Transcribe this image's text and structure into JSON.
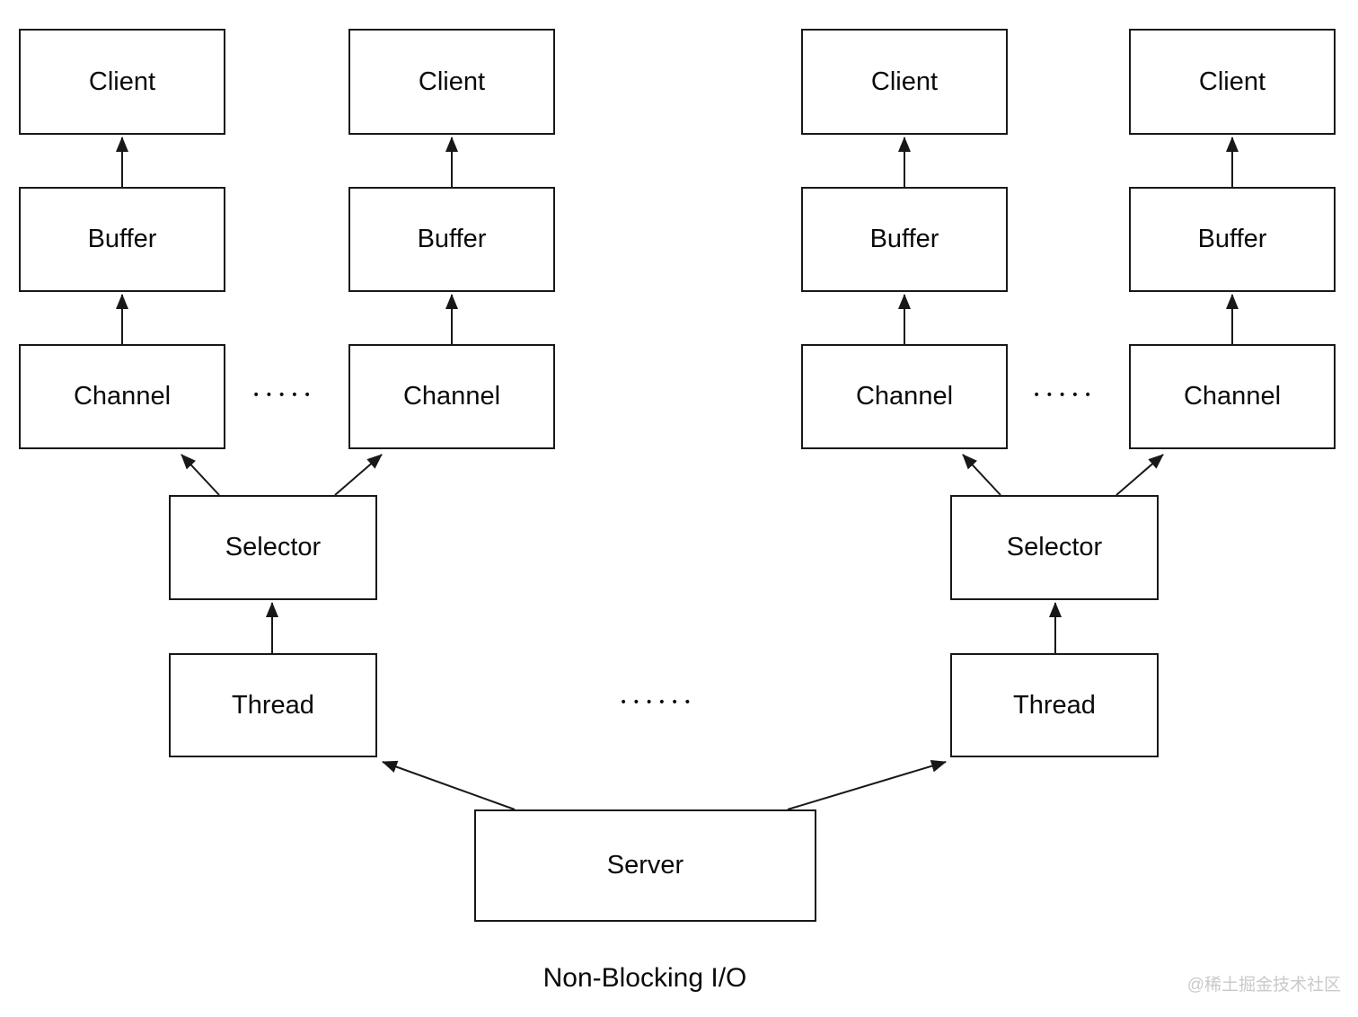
{
  "diagram": {
    "title": "Non-Blocking I/O",
    "watermark": "@稀土掘金技术社区",
    "nodes": {
      "client": "Client",
      "buffer": "Buffer",
      "channel": "Channel",
      "selector": "Selector",
      "thread": "Thread",
      "server": "Server"
    },
    "ellipsis": {
      "channel_gap": "•••••",
      "thread_gap": "••••••"
    },
    "colors": {
      "background": "#ffffff",
      "box_border": "#181818",
      "arrow": "#181818",
      "text": "#0a0a0a",
      "watermark": "#c9c9c9"
    }
  }
}
